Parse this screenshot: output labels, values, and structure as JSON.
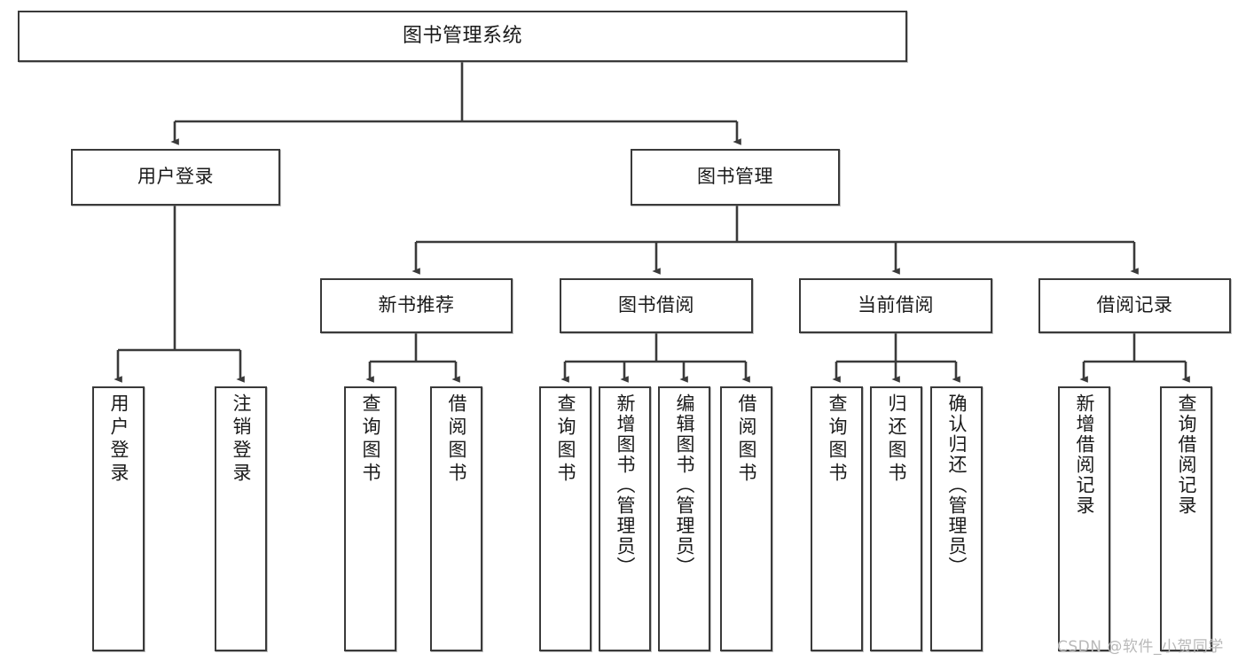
{
  "diagram": {
    "title": "图书管理系统",
    "type": "tree-hierarchy-diagram",
    "colors": {
      "box_border": "#3a3a3a",
      "box_fill": "#ffffff",
      "edge": "#3a3a3a",
      "text": "#1a1a1a",
      "watermark": "#b9b9b9",
      "background": "#ffffff"
    },
    "watermark": "CSDN @软件_小贺同学",
    "levels": {
      "root": {
        "label": "图书管理系统"
      },
      "level2": [
        {
          "id": "user-login",
          "label": "用户登录"
        },
        {
          "id": "book-management",
          "label": "图书管理"
        }
      ],
      "level3": [
        {
          "id": "new-book-recommend",
          "label": "新书推荐",
          "parent": "book-management"
        },
        {
          "id": "book-borrow",
          "label": "图书借阅",
          "parent": "book-management"
        },
        {
          "id": "current-borrow",
          "label": "当前借阅",
          "parent": "book-management"
        },
        {
          "id": "borrow-record",
          "label": "借阅记录",
          "parent": "book-management"
        }
      ],
      "leaves": [
        {
          "id": "leaf-user-login",
          "label": "用户登录",
          "parent": "user-login"
        },
        {
          "id": "leaf-logout-login",
          "label": "注销登录",
          "parent": "user-login"
        },
        {
          "id": "leaf-query-book-1",
          "label": "查询图书",
          "parent": "new-book-recommend"
        },
        {
          "id": "leaf-borrow-book-1",
          "label": "借阅图书",
          "parent": "new-book-recommend"
        },
        {
          "id": "leaf-query-book-2",
          "label": "查询图书",
          "parent": "book-borrow"
        },
        {
          "id": "leaf-add-book",
          "label": "新增图书（管理员）",
          "parent": "book-borrow"
        },
        {
          "id": "leaf-edit-book",
          "label": "编辑图书（管理员）",
          "parent": "book-borrow"
        },
        {
          "id": "leaf-borrow-book-2",
          "label": "借阅图书",
          "parent": "book-borrow"
        },
        {
          "id": "leaf-query-book-3",
          "label": "查询图书",
          "parent": "current-borrow"
        },
        {
          "id": "leaf-return-book",
          "label": "归还图书",
          "parent": "current-borrow"
        },
        {
          "id": "leaf-confirm-return",
          "label": "确认归还（管理员）",
          "parent": "current-borrow"
        },
        {
          "id": "leaf-add-record",
          "label": "新增借阅记录",
          "parent": "borrow-record"
        },
        {
          "id": "leaf-query-record",
          "label": "查询借阅记录",
          "parent": "borrow-record"
        }
      ]
    }
  }
}
